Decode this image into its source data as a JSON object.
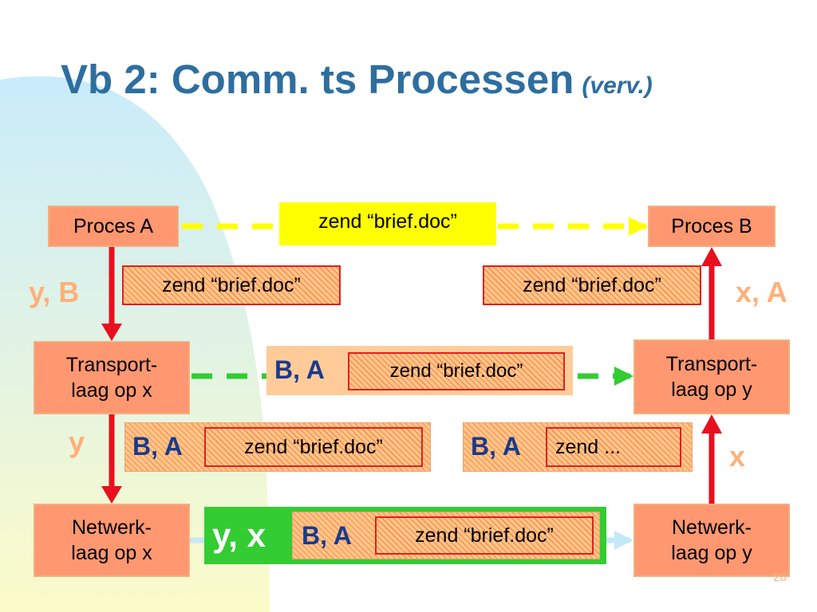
{
  "title": {
    "main": "Vb 2: Comm. ts Processen",
    "sub": "(verv.)"
  },
  "nodes": {
    "proces_a": "Proces A",
    "proces_b": "Proces B",
    "transport_x": [
      "Transport-",
      "laag op x"
    ],
    "transport_y": [
      "Transport-",
      "laag op y"
    ],
    "netwerk_x": [
      "Netwerk-",
      "laag op x"
    ],
    "netwerk_y": [
      "Netwerk-",
      "laag op y"
    ]
  },
  "messages": {
    "top_label": "zend “brief.doc”",
    "left_app": "zend “brief.doc”",
    "right_app": "zend “brief.doc”",
    "transport_header": "B, A",
    "transport_msg": "zend “brief.doc”",
    "left_seg_header": "B, A",
    "left_seg_msg": "zend “brief.doc”",
    "right_seg_header": "B, A",
    "right_seg_msg": "zend ...",
    "network_addr": "y, x",
    "network_header": "B, A",
    "network_msg": "zend “brief.doc”"
  },
  "side_labels": {
    "left_top": "y, B",
    "right_top": "x, A",
    "left_mid": "y",
    "right_mid": "x"
  },
  "page_number": "28",
  "colors": {
    "title": "#2e6e9f",
    "box_fill": "#ff9770",
    "arrow_red": "#e8101e",
    "dash_yellow": "#ffff00",
    "dash_green": "#33cc33",
    "dash_lightblue": "#c4e8f8"
  }
}
